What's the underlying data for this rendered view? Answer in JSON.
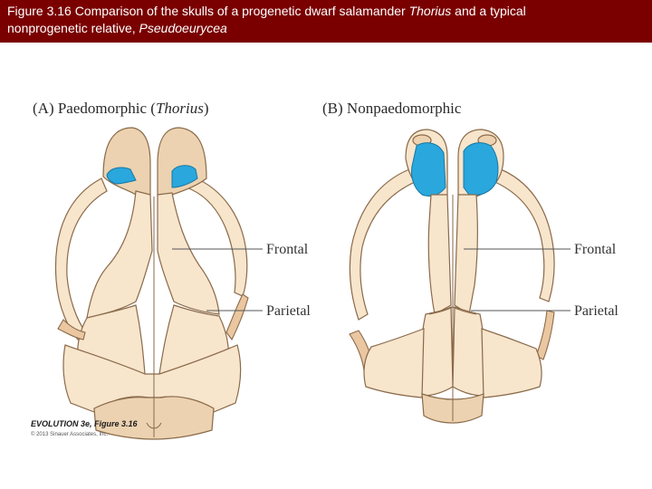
{
  "title": {
    "line1_prefix": "Figure 3.16  Comparison of the skulls of a progenetic dwarf salamander ",
    "line1_italic": "Thorius",
    "line1_suffix": " and a typical",
    "line2_prefix": "nonprogenetic relative, ",
    "line2_italic": "Pseudoeurycea"
  },
  "panel_a": {
    "label": "(A)  Paedomorphic (",
    "label_italic": "Thorius",
    "label_end": ")",
    "callout_frontal": "Frontal",
    "callout_parietal": "Parietal"
  },
  "panel_b": {
    "label": "(B)  Nonpaedomorphic",
    "callout_frontal": "Frontal",
    "callout_parietal": "Parietal"
  },
  "credit": {
    "title": "EVOLUTION 3e, Figure 3.16",
    "copyright": "© 2013 Sinauer Associates, Inc."
  },
  "colors": {
    "title_bar": "#7a0000",
    "bone": "#f7e5cc",
    "cartilage": "#eac7a0",
    "highlight": "#2aa7dc"
  }
}
